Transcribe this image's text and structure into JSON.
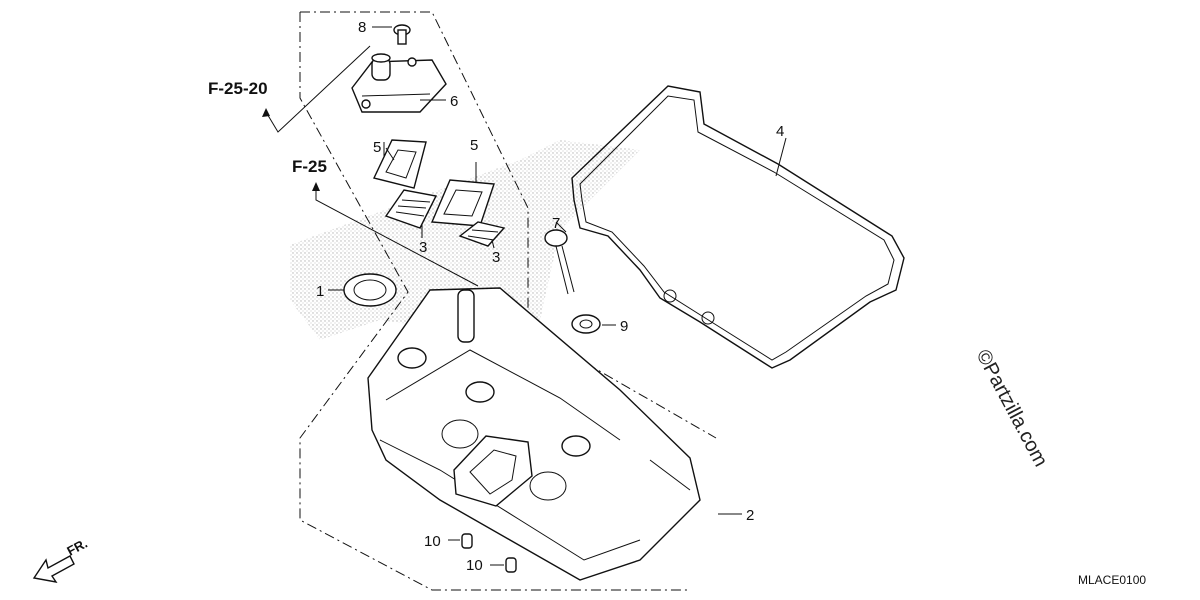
{
  "callouts": [
    {
      "id": "c1",
      "label": "1"
    },
    {
      "id": "c2",
      "label": "2"
    },
    {
      "id": "c3a",
      "label": "3"
    },
    {
      "id": "c3b",
      "label": "3"
    },
    {
      "id": "c4",
      "label": "4"
    },
    {
      "id": "c5a",
      "label": "5"
    },
    {
      "id": "c5b",
      "label": "5"
    },
    {
      "id": "c6",
      "label": "6"
    },
    {
      "id": "c7",
      "label": "7"
    },
    {
      "id": "c8",
      "label": "8"
    },
    {
      "id": "c9",
      "label": "9"
    },
    {
      "id": "c10a",
      "label": "10"
    },
    {
      "id": "c10b",
      "label": "10"
    }
  ],
  "references": {
    "f2520": "F-25-20",
    "f25": "F-25"
  },
  "diagram_code": "MLACE0100",
  "watermark": "©Partzilla.com",
  "direction_label": "FR."
}
